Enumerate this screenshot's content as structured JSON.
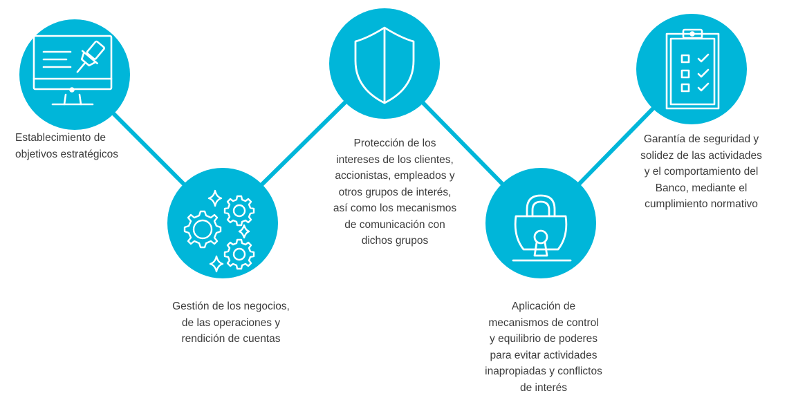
{
  "colors": {
    "accent": "#00b6d9",
    "icon_stroke": "#ffffff",
    "text": "#3c3c3c"
  },
  "steps": [
    {
      "icon": "monitor-pushpin-icon",
      "lines": [
        "Establecimiento de",
        "objetivos estratégicos"
      ]
    },
    {
      "icon": "gears-sparkles-icon",
      "lines": [
        "Gestión de los negocios,",
        "de las operaciones y",
        "rendición de cuentas"
      ]
    },
    {
      "icon": "shield-icon",
      "lines": [
        "Protección de los",
        "intereses de los clientes,",
        "accionistas, empleados y",
        "otros grupos de interés,",
        "así como los mecanismos",
        "de comunicación con",
        "dichos grupos"
      ]
    },
    {
      "icon": "padlock-icon",
      "lines": [
        "Aplicación de",
        "mecanismos de control",
        "y equilibrio de poderes",
        "para evitar actividades",
        "inapropiadas y conflictos",
        "de interés"
      ]
    },
    {
      "icon": "clipboard-checklist-icon",
      "lines": [
        "Garantía de seguridad y",
        "solidez de las actividades",
        "y el comportamiento del",
        "Banco, mediante el",
        "cumplimiento normativo"
      ]
    }
  ]
}
